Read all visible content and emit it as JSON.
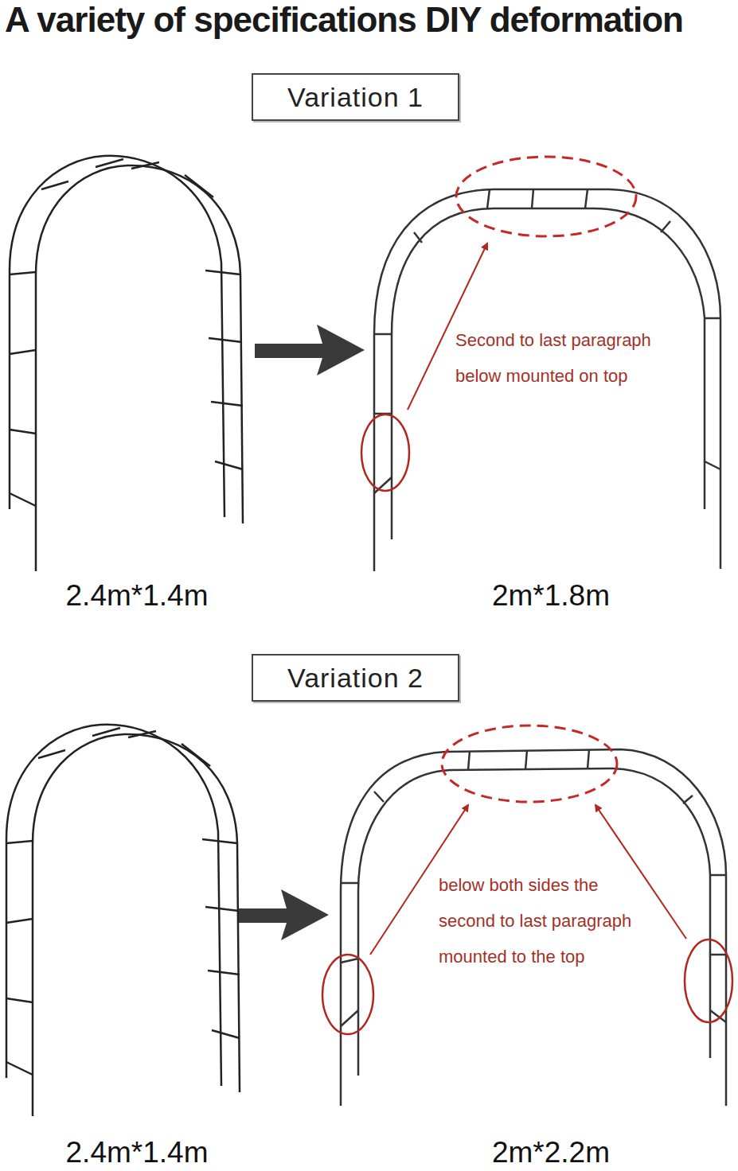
{
  "diagram": {
    "title": "A variety of specifications DIY deformation",
    "nodes": [
      {
        "text": [
          "Variation 1"
        ]
      },
      {
        "text": [
          "Variation 2"
        ]
      }
    ],
    "labels": [
      "Second to last paragraph below mounted on top",
      "2.4m*1.4m",
      "2m*1.8m",
      "below both sides the second to last paragraph mounted to the top",
      "2.4m*1.4m",
      "2m*2.2m"
    ]
  }
}
